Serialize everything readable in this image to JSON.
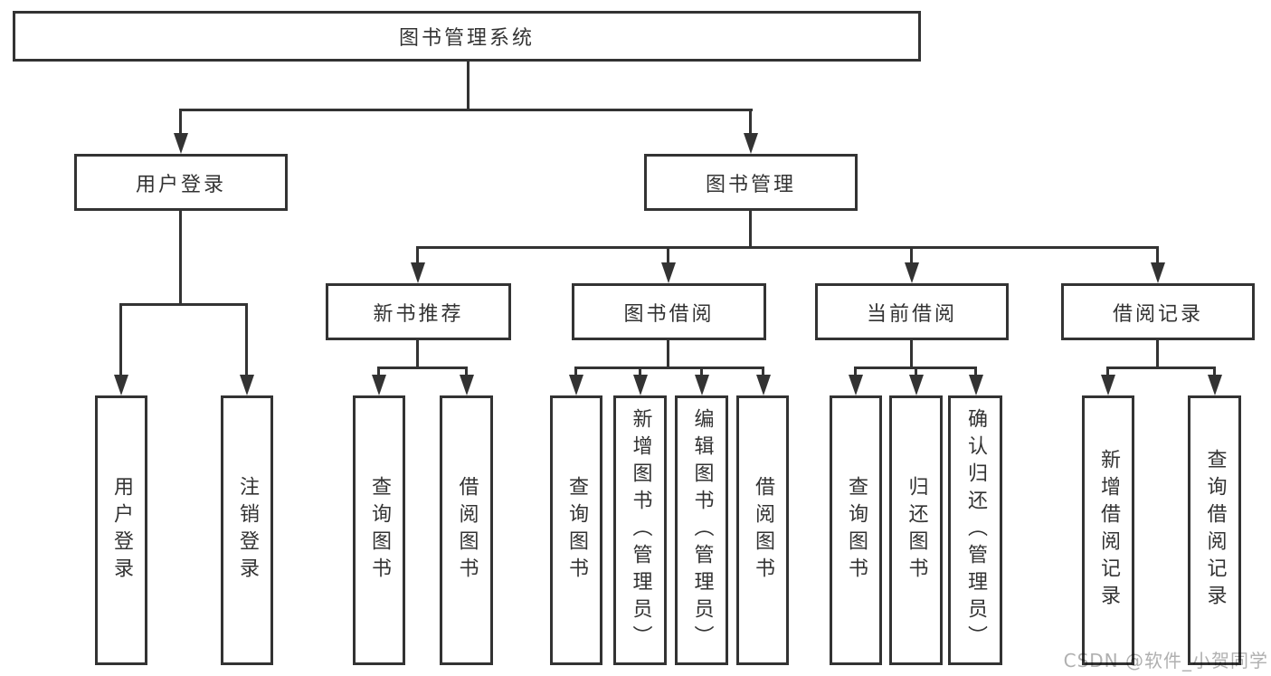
{
  "diagram_title": "图书管理系统",
  "watermark": "CSDN @软件_小贺同学",
  "colors": {
    "line": "#333333",
    "text": "#333333",
    "background": "#ffffff",
    "watermark": "#b0b0b0"
  },
  "nodes": {
    "root": {
      "label": "图书管理系统"
    },
    "login": {
      "label": "用户登录"
    },
    "mgmt": {
      "label": "图书管理"
    },
    "rec": {
      "label": "新书推荐"
    },
    "borrow": {
      "label": "图书借阅"
    },
    "current": {
      "label": "当前借阅"
    },
    "records": {
      "label": "借阅记录"
    },
    "login_user": {
      "label": "用户登录"
    },
    "login_logout": {
      "label": "注销登录"
    },
    "rec_query": {
      "label": "查询图书"
    },
    "rec_borrow": {
      "label": "借阅图书"
    },
    "borrow_query": {
      "label": "查询图书"
    },
    "borrow_add": {
      "label": "新增图书（管理员）"
    },
    "borrow_edit": {
      "label": "编辑图书（管理员）"
    },
    "borrow_borrow": {
      "label": "借阅图书"
    },
    "current_query": {
      "label": "查询图书"
    },
    "current_return": {
      "label": "归还图书"
    },
    "current_confirm": {
      "label": "确认归还（管理员）"
    },
    "records_add": {
      "label": "新增借阅记录"
    },
    "records_query": {
      "label": "查询借阅记录"
    }
  },
  "hierarchy": {
    "root": [
      "login",
      "mgmt"
    ],
    "login": [
      "login_user",
      "login_logout"
    ],
    "mgmt": [
      "rec",
      "borrow",
      "current",
      "records"
    ],
    "rec": [
      "rec_query",
      "rec_borrow"
    ],
    "borrow": [
      "borrow_query",
      "borrow_add",
      "borrow_edit",
      "borrow_borrow"
    ],
    "current": [
      "current_query",
      "current_return",
      "current_confirm"
    ],
    "records": [
      "records_add",
      "records_query"
    ]
  }
}
